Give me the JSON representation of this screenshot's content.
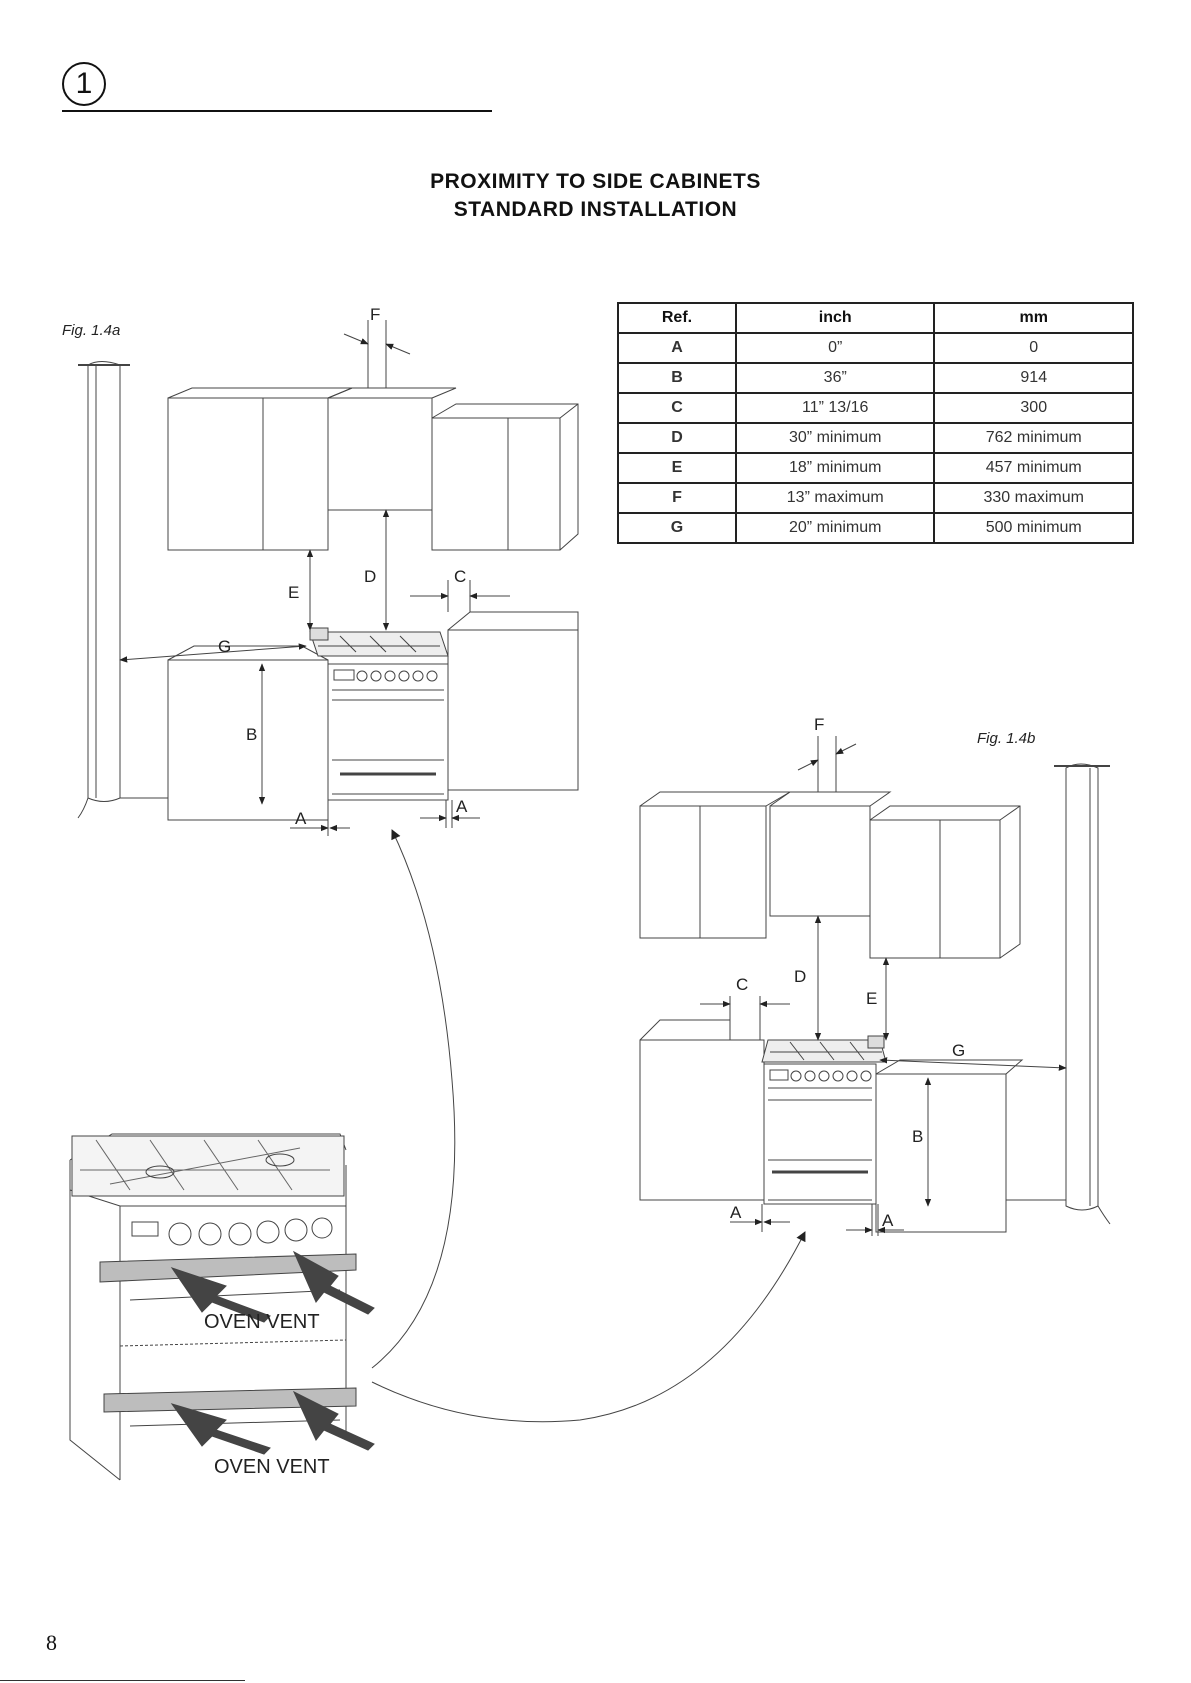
{
  "section": {
    "number": "1"
  },
  "title": {
    "line1": "PROXIMITY TO SIDE CABINETS",
    "line2": "STANDARD INSTALLATION"
  },
  "figures": {
    "fig_a": "Fig. 1.4a",
    "fig_b": "Fig. 1.4b"
  },
  "table": {
    "headers": [
      "Ref.",
      "inch",
      "mm"
    ],
    "rows": [
      [
        "A",
        "0”",
        "0"
      ],
      [
        "B",
        "36”",
        "914"
      ],
      [
        "C",
        "11” 13/16",
        "300"
      ],
      [
        "D",
        "30” minimum",
        "762 minimum"
      ],
      [
        "E",
        "18” minimum",
        "457 minimum"
      ],
      [
        "F",
        "13” maximum",
        "330 maximum"
      ],
      [
        "G",
        "20” minimum",
        "500 minimum"
      ]
    ]
  },
  "dimension_labels": {
    "a": "A",
    "b": "B",
    "c": "C",
    "d": "D",
    "e": "E",
    "f": "F",
    "g": "G"
  },
  "vent_label": "OVEN VENT",
  "page_number": "8"
}
